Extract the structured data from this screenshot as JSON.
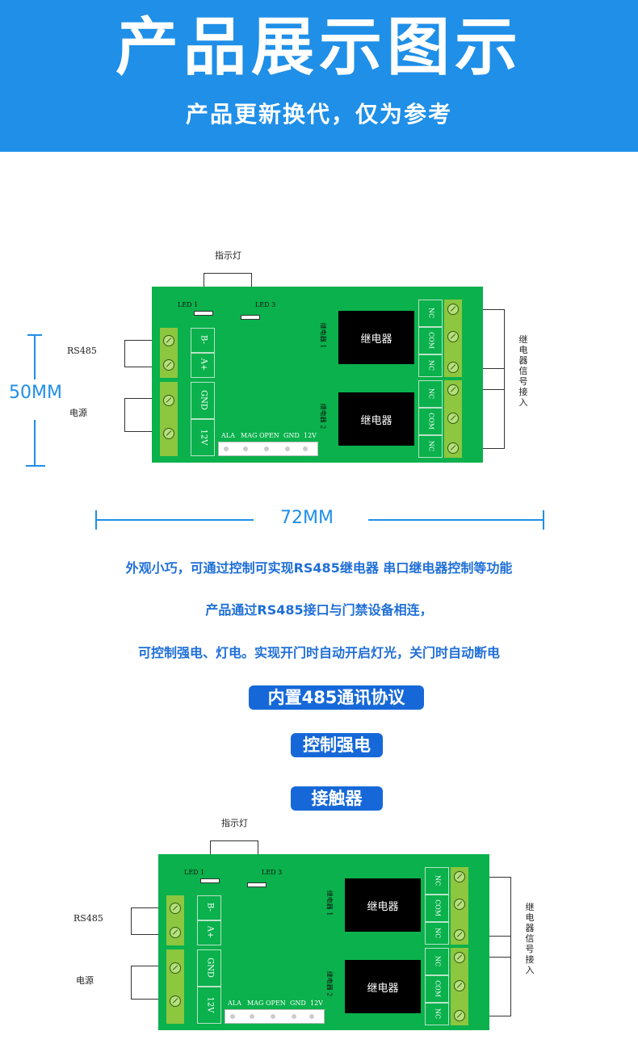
{
  "header": {
    "title": "产品展示图示",
    "subtitle": "产品更新换代，仅为参考"
  },
  "board": {
    "indicator_label": "指示灯",
    "led1": "LED 1",
    "led3": "LED 3",
    "rs485": "RS485",
    "power": "电源",
    "b_minus": "B-",
    "a_plus": "A+",
    "gnd": "GND",
    "v12": "12V",
    "relay1_name": "继电器 1",
    "relay2_name": "继电器 2",
    "relay_text": "继电器",
    "nc": "NC",
    "com": "COM",
    "signal_chars": [
      "继",
      "电",
      "器",
      "信",
      "号",
      "接",
      "入"
    ],
    "pins": [
      "ALA",
      "MAG",
      "OPEN",
      "GND",
      "12V"
    ]
  },
  "dimensions": {
    "height": "50MM",
    "width": "72MM"
  },
  "description": {
    "line1": "外观小巧，可通过控制可实现RS485继电器 串口继电器控制等功能",
    "line2": "产品通过RS485接口与门禁设备相连，",
    "line3": "可控制强电、灯电。实现开门时自动开启灯光，关门时自动断电"
  },
  "features": [
    "内置485通讯协议",
    "控制强电",
    "接触器"
  ],
  "colors": {
    "header_bg": "#1f8fe8",
    "board": "#0ab14c",
    "terminal": "#8dc63f",
    "pill": "#1668d8",
    "desc_text": "#1f6fd8"
  }
}
